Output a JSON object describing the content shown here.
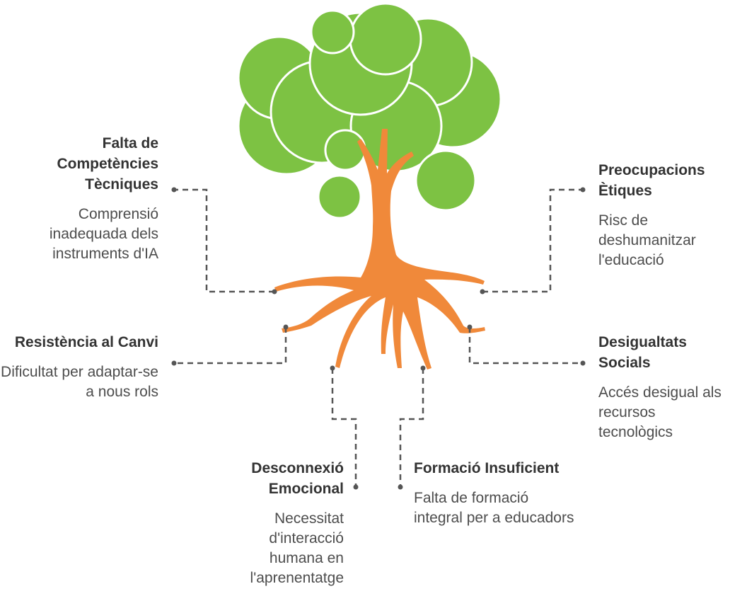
{
  "colors": {
    "canopy": "#7dc243",
    "canopy_outline": "#ffffff",
    "trunk": "#f0893a",
    "connector": "#555555"
  },
  "items": [
    {
      "id": "competencies",
      "title": "Falta de Competències Tècniques",
      "description": "Comprensió inadequada dels instruments d'IA"
    },
    {
      "id": "resistance",
      "title": "Resistència al Canvi",
      "description": "Dificultat per adaptar-se a nous rols"
    },
    {
      "id": "disconnection",
      "title": "Desconnexió Emocional",
      "description": "Necessitat d'interacció humana en l'aprenentatge"
    },
    {
      "id": "training",
      "title": "Formació Insuficient",
      "description": "Falta de formació integral per a educadors"
    },
    {
      "id": "ethics",
      "title": "Preocupacions Ètiques",
      "description": "Risc de deshumanitzar l'educació"
    },
    {
      "id": "inequality",
      "title": "Desigualtats Socials",
      "description": "Accés desigual als recursos tecnològics"
    }
  ]
}
